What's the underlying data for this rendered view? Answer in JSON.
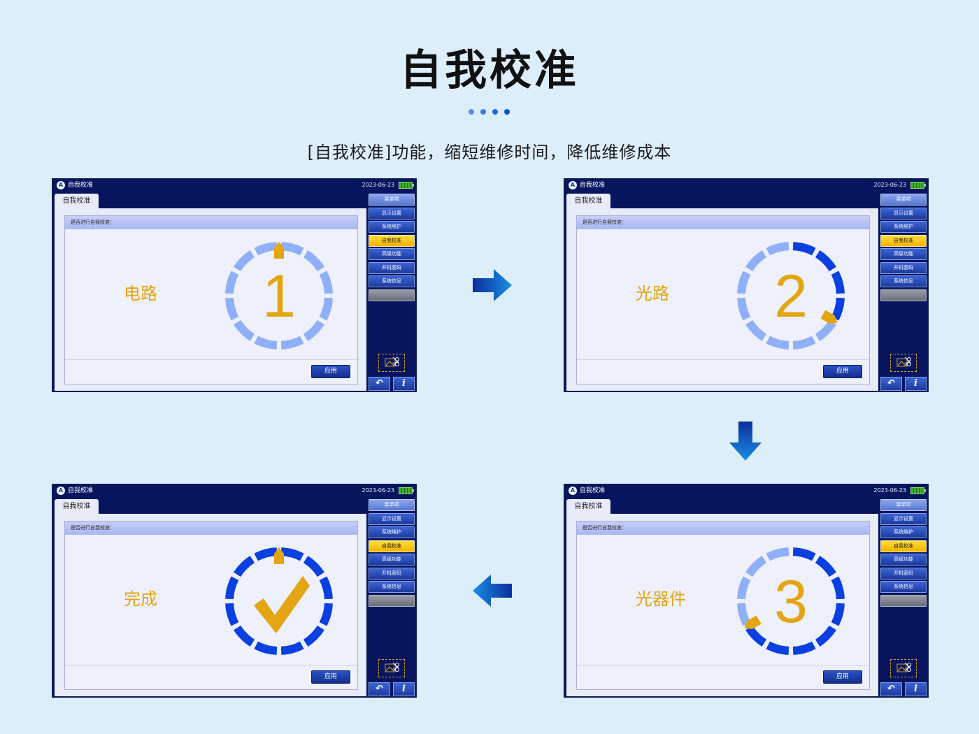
{
  "page": {
    "title": "自我校准",
    "subtitle": "[自我校准]功能，缩短维修时间，降低维修成本",
    "dot_colors": [
      "#5a8ee6",
      "#3d7ce6",
      "#2466e0",
      "#0a4fd8"
    ]
  },
  "device": {
    "window_title": "自我校准",
    "date": "2023-06-23",
    "tab_label": "自我校准",
    "dialog_title": "是否进行自我校准：",
    "apply_label": "应用",
    "menu": [
      "菜单项",
      "显示设置",
      "系统维护",
      "自我校准",
      "高级功能",
      "开机密码",
      "系统信息"
    ],
    "active_menu": "自我校准",
    "back_icon": "undo-icon",
    "info_icon": "info-icon",
    "image_icon": "image-edit-icon"
  },
  "colors": {
    "accent_yellow": "#e3a512",
    "ring_dark": "#0a3fe0",
    "ring_light": "#8fb0f6",
    "panel_navy": "#06155e"
  },
  "steps": [
    {
      "label": "电路",
      "marker": "1",
      "progress_segments": 0
    },
    {
      "label": "光路",
      "marker": "2",
      "progress_segments": 4
    },
    {
      "label": "光器件",
      "marker": "3",
      "progress_segments": 8
    },
    {
      "label": "完成",
      "marker": "check",
      "progress_segments": 12
    }
  ]
}
